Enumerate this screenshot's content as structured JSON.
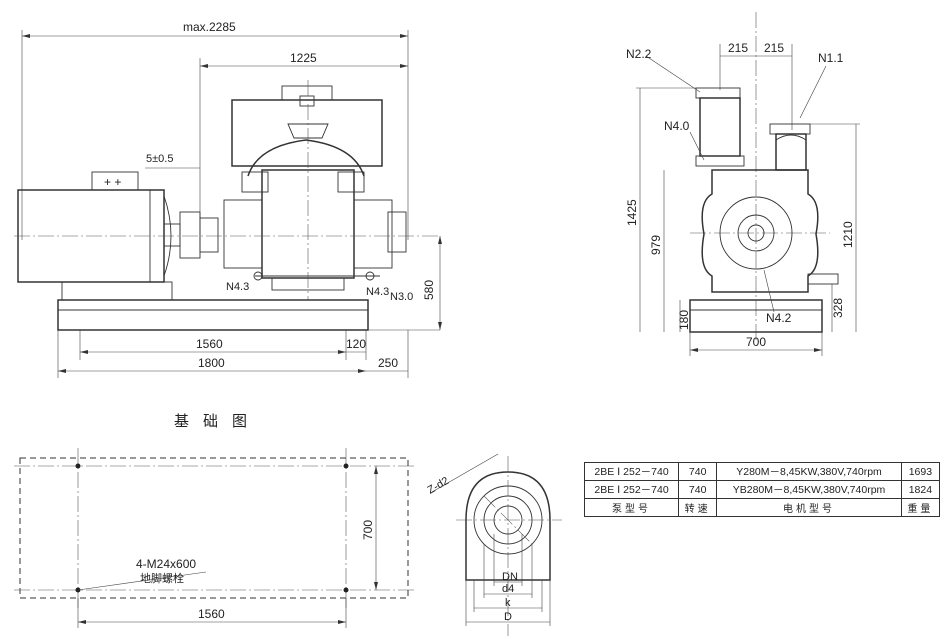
{
  "front_view": {
    "dim_max": "max.2285",
    "dim_1225": "1225",
    "dim_5": "5±0.5",
    "dim_580": "580",
    "dim_1560": "1560",
    "dim_120": "120",
    "dim_1800": "1800",
    "dim_250": "250",
    "label_n43_left": "N4.3",
    "label_n43_right": "N4.3",
    "label_n30": "N3.0",
    "motor_box_text": "+ +"
  },
  "side_view": {
    "label_n22": "N2.2",
    "label_n11": "N1.1",
    "label_n40": "N4.0",
    "label_n42": "N4.2",
    "dim_215a": "215",
    "dim_215b": "215",
    "dim_1425": "1425",
    "dim_979": "979",
    "dim_1210": "1210",
    "dim_180": "180",
    "dim_328": "328",
    "dim_700": "700"
  },
  "foundation": {
    "title": "基础图",
    "dim_700": "700",
    "dim_1560": "1560",
    "bolt_label": "4-M24x600",
    "bolt_label_cn": "地脚螺栓"
  },
  "flange": {
    "label_holes": "Z-d2",
    "label_dn": "DN",
    "label_d4": "d4",
    "label_k": "k",
    "label_D": "D"
  },
  "spec_table": {
    "rows": [
      {
        "pump": "2BE Ⅰ 252－740",
        "speed": "740",
        "motor": "Y280M－8,45KW,380V,740rpm",
        "weight": "1693"
      },
      {
        "pump": "2BE Ⅰ 252－740",
        "speed": "740",
        "motor": "YB280M－8,45KW,380V,740rpm",
        "weight": "1824"
      }
    ],
    "header": {
      "pump": "泵型号",
      "speed": "转速",
      "motor": "电机型号",
      "weight": "重量"
    }
  }
}
